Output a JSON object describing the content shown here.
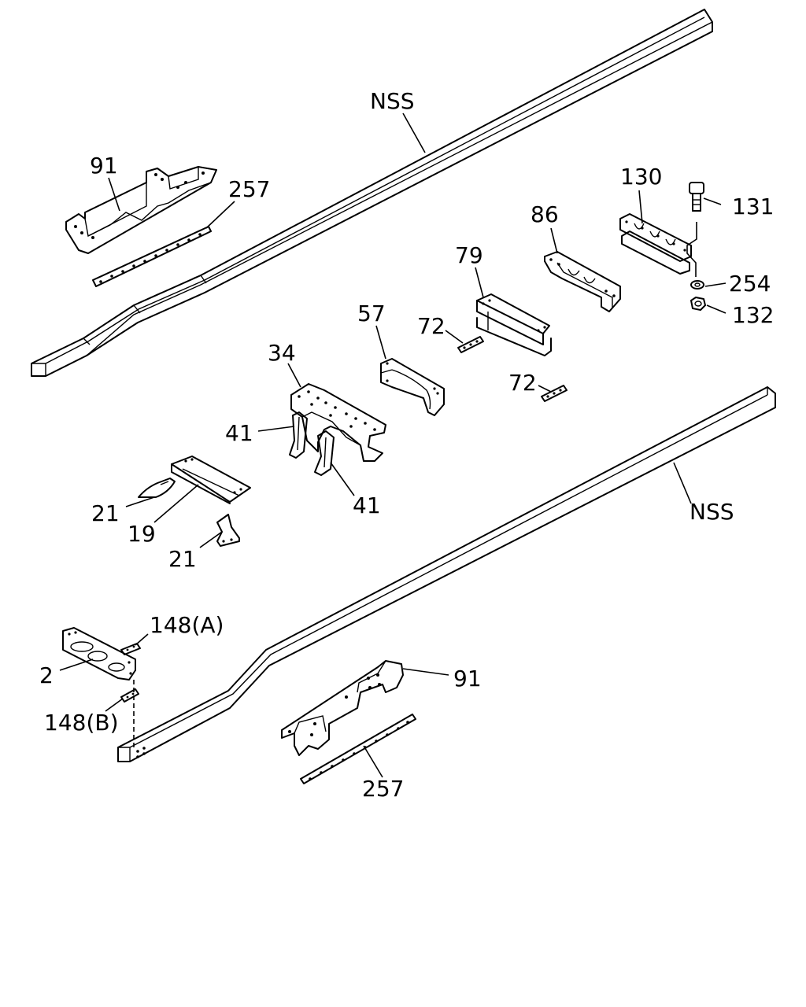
{
  "callouts": {
    "nss_top": "NSS",
    "nss_bottom": "NSS",
    "p91_top": "91",
    "p91_bottom": "91",
    "p257_top": "257",
    "p257_bottom": "257",
    "p130": "130",
    "p131": "131",
    "p254": "254",
    "p132": "132",
    "p86": "86",
    "p79": "79",
    "p72_upper": "72",
    "p72_lower": "72",
    "p57": "57",
    "p34": "34",
    "p41_left": "41",
    "p41_right": "41",
    "p21_upper": "21",
    "p21_lower": "21",
    "p19": "19",
    "p148a": "148(A)",
    "p148b": "148(B)",
    "p2": "2"
  }
}
